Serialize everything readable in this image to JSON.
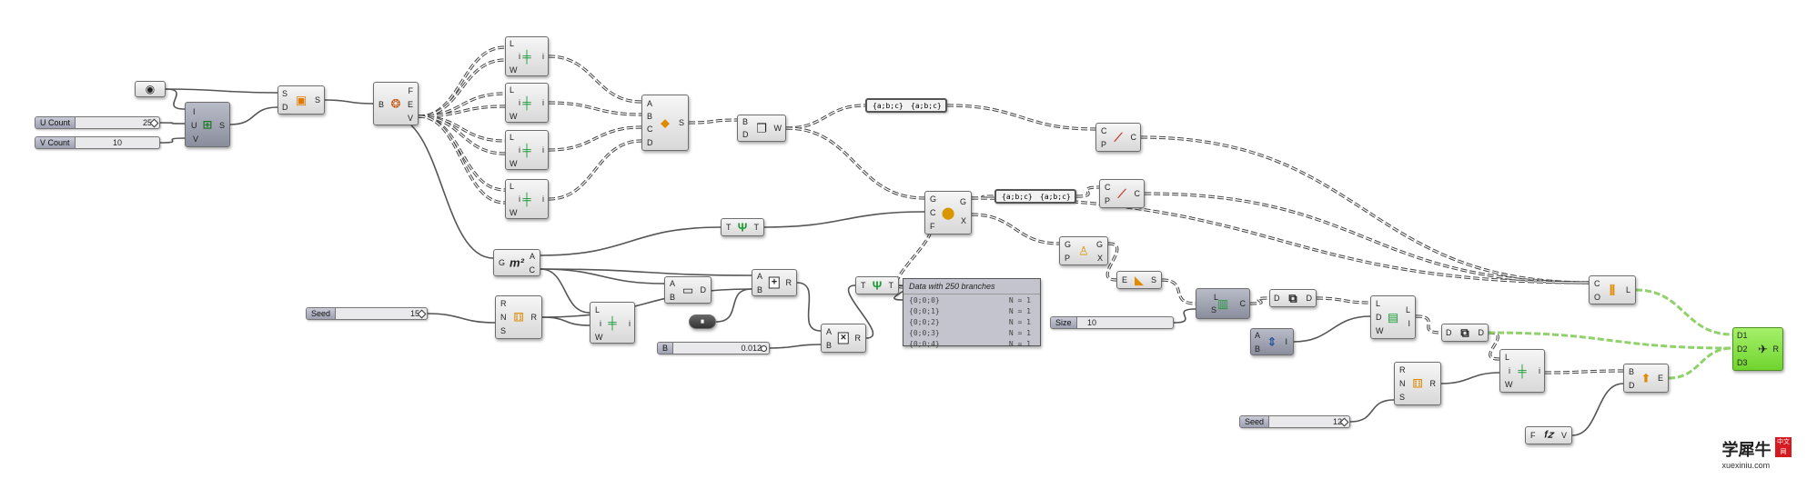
{
  "sliders": {
    "u_count": {
      "name": "U Count",
      "value": "25"
    },
    "v_count": {
      "name": "V Count",
      "value": "10"
    },
    "seed1": {
      "name": "Seed",
      "value": "15"
    },
    "seed2": {
      "name": "Seed",
      "value": "12"
    },
    "b_slider": {
      "name": "B",
      "value": "0.012"
    },
    "size": {
      "name": "Size",
      "value": "10"
    }
  },
  "panel": {
    "title": "Data with 250 branches",
    "rows": [
      {
        "path": "{0;0;0}",
        "count": "N = 1"
      },
      {
        "path": "{0;0;1}",
        "count": "N = 1"
      },
      {
        "path": "{0;0;2}",
        "count": "N = 1"
      },
      {
        "path": "{0;0;3}",
        "count": "N = 1"
      },
      {
        "path": "{0;0;4}",
        "count": "N = 1"
      }
    ]
  },
  "relays": {
    "a_left": "{a;b;c}",
    "a_right": "{a;b;c}",
    "b_left": "{a;b;c}",
    "b_right": "{a;b;c}"
  },
  "ports": {
    "surface": {
      "in": [
        "I",
        "U",
        "V"
      ],
      "out": [
        "S"
      ]
    },
    "sd": {
      "in": [
        "S",
        "D"
      ],
      "out": [
        "S"
      ]
    },
    "brep": {
      "in": [
        "B"
      ],
      "out": [
        "F",
        "E",
        "V"
      ]
    },
    "list1": {
      "in": [
        "L",
        "i",
        "W"
      ],
      "out": [
        "i"
      ]
    },
    "loft": {
      "in": [
        "A",
        "B",
        "C",
        "D"
      ],
      "out": [
        "S"
      ]
    },
    "bd": {
      "in": [
        "B",
        "D"
      ],
      "out": [
        "W"
      ]
    },
    "cp": {
      "in": [
        "C",
        "P"
      ],
      "out": [
        "C"
      ]
    },
    "gcf": {
      "in": [
        "G",
        "C",
        "F"
      ],
      "out": [
        "G",
        "X"
      ]
    },
    "tt": {
      "in": [
        "T"
      ],
      "out": [
        "T"
      ]
    },
    "area": {
      "in": [
        "G"
      ],
      "out": [
        "A",
        "C"
      ]
    },
    "gp": {
      "in": [
        "G",
        "P"
      ],
      "out": [
        "G",
        "X"
      ]
    },
    "es": {
      "in": [
        "E"
      ],
      "out": [
        "S"
      ]
    },
    "rns": {
      "in": [
        "R",
        "N",
        "S"
      ],
      "out": [
        "R"
      ]
    },
    "ab": {
      "in": [
        "A",
        "B"
      ],
      "out": [
        "D"
      ]
    },
    "abr": {
      "in": [
        "A",
        "B"
      ],
      "out": [
        "R"
      ]
    },
    "sl": {
      "in": [
        "S"
      ],
      "out": [
        "L",
        "C"
      ]
    },
    "dd": {
      "in": [
        "D"
      ],
      "out": [
        "D"
      ]
    },
    "ldw": {
      "in": [
        "L",
        "D",
        "W"
      ],
      "out": [
        "L",
        "I"
      ]
    },
    "abi": {
      "in": [
        "A",
        "B"
      ],
      "out": [
        "I"
      ]
    },
    "co": {
      "in": [
        "C",
        "O"
      ],
      "out": [
        "L"
      ]
    },
    "d123": {
      "in": [
        "D1",
        "D2",
        "D3"
      ],
      "out": [
        "R"
      ]
    },
    "be": {
      "in": [
        "B",
        "D"
      ],
      "out": [
        "E"
      ]
    },
    "fv": {
      "in": [
        "F"
      ],
      "out": [
        "V"
      ]
    }
  },
  "icons": [
    "point-icon",
    "surface-grid-icon",
    "deconstruct-brep-icon",
    "list-item-icon",
    "loft-icon",
    "deconstruct-box-icon",
    "curve-icon",
    "region-icon",
    "graft-icon",
    "area-icon",
    "random-icon",
    "multiply-icon",
    "addition-icon",
    "custom-preview-icon",
    "bounds-icon",
    "dispatch-icon",
    "eval-icon"
  ],
  "logo": {
    "main": "学犀牛",
    "url": "xuexiniu.com",
    "seal": "中文网"
  }
}
